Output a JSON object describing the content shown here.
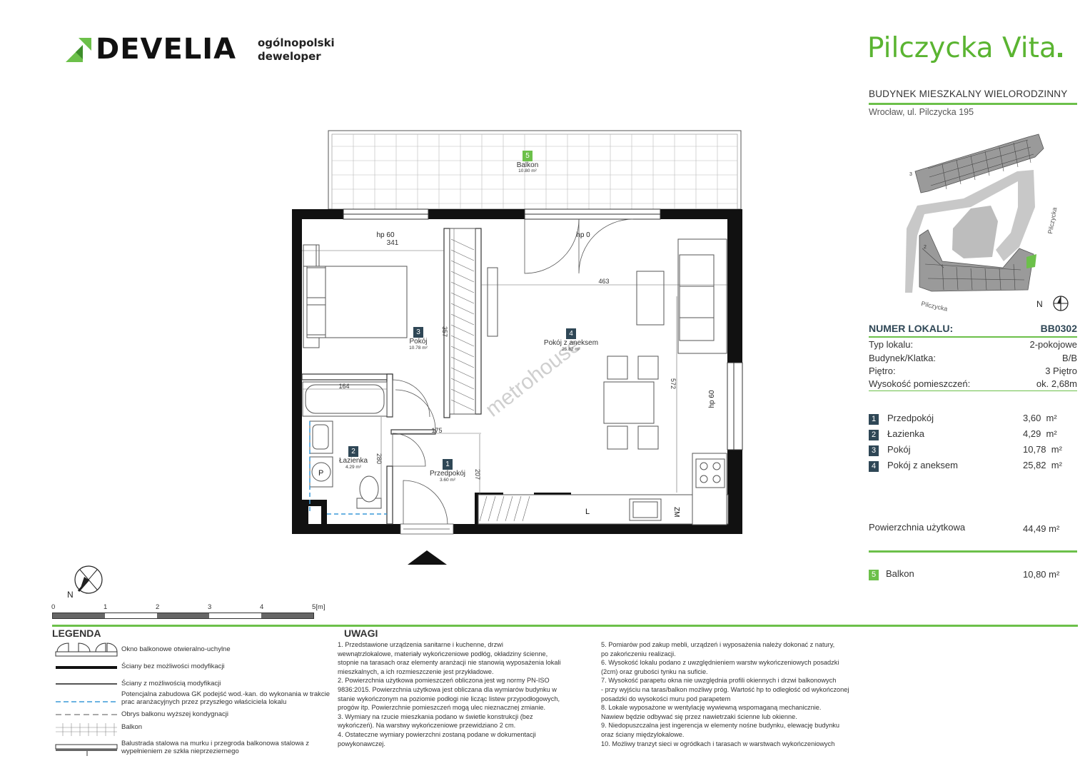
{
  "brand": {
    "name": "DEVELIA",
    "tagline_1": "ogólnopolski",
    "tagline_2": "deweloper"
  },
  "project": {
    "name": "Pilczycka Vita",
    "building_type": "BUDYNEK MIESZKALNY WIELORODZINNY",
    "address": "Wrocław, ul. Pilczycka 195"
  },
  "site_map": {
    "street_1": "Pilczycka",
    "street_2": "Pilczycka",
    "north": "N",
    "label_1": "3",
    "label_2": "2"
  },
  "unit": {
    "label": "NUMER LOKALU:",
    "number": "BB0302",
    "details": [
      {
        "key": "Typ lokalu:",
        "value": "2-pokojowe"
      },
      {
        "key": "Budynek/Klatka:",
        "value": "B/B"
      },
      {
        "key": "Piętro:",
        "value": "3 Piętro"
      },
      {
        "key": "Wysokość pomieszczeń:",
        "value": "ok. 2,68m"
      }
    ],
    "rooms": [
      {
        "num": "1",
        "name": "Przedpokój",
        "area": "3,60",
        "unit": "m²"
      },
      {
        "num": "2",
        "name": "Łazienka",
        "area": "4,29",
        "unit": "m²"
      },
      {
        "num": "3",
        "name": "Pokój",
        "area": "10,78",
        "unit": "m²"
      },
      {
        "num": "4",
        "name": "Pokój z aneksem",
        "area": "25,82",
        "unit": "m²"
      }
    ],
    "usable_label": "Powierzchnia użytkowa",
    "usable_area": "44,49 m²",
    "balcony": {
      "num": "5",
      "name": "Balkon",
      "area": "10,80 m²"
    }
  },
  "plan": {
    "balcony": {
      "num": "5",
      "name": "Balkon",
      "area": "10.80 m²"
    },
    "room_3": {
      "num": "3",
      "name": "Pokój",
      "area": "10.78 m²"
    },
    "room_4": {
      "num": "4",
      "name": "Pokój z aneksem",
      "area": "25.82 m²"
    },
    "room_2": {
      "num": "2",
      "name": "Łazienka",
      "area": "4.29 m²"
    },
    "room_1": {
      "num": "1",
      "name": "Przedpokój",
      "area": "3.60 m²"
    },
    "hp_left": "hp 60",
    "hp_mid": "hp 0",
    "hp_right": "hp 60",
    "dims": {
      "d341": "341",
      "d463": "463",
      "d357": "357",
      "d572": "572",
      "d164": "164",
      "d175": "175",
      "d280": "280",
      "d207": "207"
    },
    "l_mark": "L",
    "zm_mark": "ZM",
    "p_mark": "P",
    "watermark": "metrohouse",
    "north": "N"
  },
  "scale": {
    "ticks": [
      "0",
      "1",
      "2",
      "3",
      "4",
      "5[m]"
    ]
  },
  "legend": {
    "title": "LEGENDA",
    "items": [
      "Okno balkonowe otwieralno-uchylne",
      "Ściany bez możliwości modyfikacji",
      "Ściany z możliwością modyfikacji",
      "Potencjalna zabudowa GK podejść wod.-kan. do wykonania w trakcie prac aranżacyjnych przez przyszłego właściciela lokalu",
      "Obrys balkonu wyższej kondygnacji",
      "Balkon",
      "Balustrada stalowa na murku i przegroda balkonowa stalowa z wypełnieniem ze szkła nieprzeziernego"
    ]
  },
  "notes": {
    "title": "UWAGI",
    "col1": [
      "1.       Przedstawione urządzenia sanitarne i kuchenne, drzwi",
      "wewnątrzlokalowe, materiały wykończeniowe podłóg, okładziny ścienne,",
      "stopnie na tarasach oraz elementy aranżacji nie stanowią wyposażenia lokali",
      "mieszkalnych, a ich rozmieszczenie jest przykładowe.",
      "2.       Powierzchnia użytkowa pomieszczeń obliczona jest wg normy PN-ISO",
      "9836:2015. Powierzchnia użytkowa jest obliczana dla wymiarów budynku w",
      "stanie wykończonym na poziomie podłogi nie licząc listew przypodłogowych,",
      "progów itp. Powierzchnie pomieszczeń mogą ulec nieznacznej zmianie.",
      "3.       Wymiary na rzucie mieszkania podano w świetle konstrukcji (bez",
      "wykończeń). Na warstwy wykończeniowe przewidziano 2 cm.",
      "4.       Ostateczne wymiary powierzchni zostaną podane w dokumentacji",
      "powykonawczej."
    ],
    "col2": [
      "5.       Pomiarów pod zakup mebli, urządzeń i wyposażenia należy dokonać z natury,",
      "    po zakończeniu realizacji.",
      "6.       Wysokość lokalu podano z uwzględnieniem warstw wykończeniowych posadzki",
      "(2cm) oraz grubości tynku na suficie.",
      "7.       Wysokość parapetu okna nie uwzględnia profili okiennych i drzwi balkonowych",
      "- przy wyjściu na taras/balkon możliwy próg. Wartość hp to odległość od wykończonej",
      "posadzki do wysokości muru pod parapetem",
      "8.       Lokale wyposażone w wentylację wywiewną wspomaganą mechanicznie.",
      "Nawiew będzie odbywać się przez nawietrzaki ścienne lub okienne.",
      "9.       Niedopuszczalna jest ingerencja w elementy nośne budynku, elewację budynku",
      "oraz ściany międzylokalowe.",
      "10.     Możliwy tranzyt sieci w ogródkach i tarasach w warstwach wykończeniowych"
    ]
  }
}
